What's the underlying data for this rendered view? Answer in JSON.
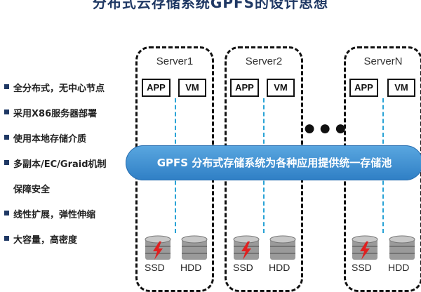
{
  "title": "分布式云存储系统GPFS的设计思想",
  "bullets": [
    "全分布式，无中心节点",
    "采用X86服务器部署",
    "使用本地存储介质",
    "多副本/EC/Graid机制",
    "保障安全",
    "线性扩展，弹性伸缩",
    "大容量，高密度"
  ],
  "servers": [
    {
      "name": "Server1",
      "app": "APP",
      "vm": "VM",
      "ssd": "SSD",
      "hdd": "HDD"
    },
    {
      "name": "Server2",
      "app": "APP",
      "vm": "VM",
      "ssd": "SSD",
      "hdd": "HDD"
    },
    {
      "name": "ServerN",
      "app": "APP",
      "vm": "VM",
      "ssd": "SSD",
      "hdd": "HDD"
    }
  ],
  "ellipsis": "●●●",
  "pool_label": "GPFS 分布式存储系统为各种应用提供统一存储池",
  "colors": {
    "accent": "#2f7fc5",
    "connector": "#29a3d6",
    "ssd_bolt": "#e02020"
  }
}
